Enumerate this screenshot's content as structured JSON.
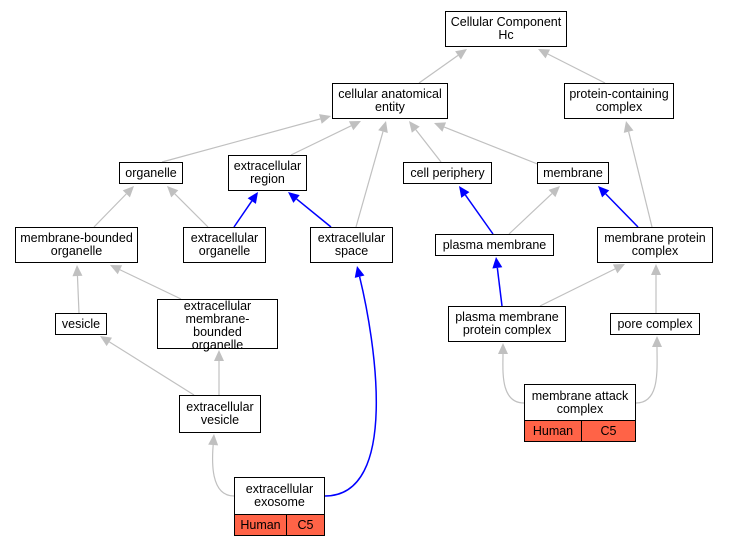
{
  "colors": {
    "edge_gray": "#c0c0c0",
    "edge_blue": "#0000ff",
    "annotation_fill": "#ff6347",
    "node_border": "#000000",
    "node_fill": "#ffffff"
  },
  "nodes": [
    {
      "id": "cc_root",
      "label": "Cellular Component\nHc"
    },
    {
      "id": "cae",
      "label": "cellular anatomical\nentity"
    },
    {
      "id": "pcc",
      "label": "protein-containing\ncomplex"
    },
    {
      "id": "organelle",
      "label": "organelle"
    },
    {
      "id": "ecr",
      "label": "extracellular\nregion"
    },
    {
      "id": "cellper",
      "label": "cell periphery"
    },
    {
      "id": "membrane",
      "label": "membrane"
    },
    {
      "id": "mbo",
      "label": "membrane-bounded\norganelle"
    },
    {
      "id": "eco",
      "label": "extracellular\norganelle"
    },
    {
      "id": "ecs",
      "label": "extracellular\nspace"
    },
    {
      "id": "pm",
      "label": "plasma membrane"
    },
    {
      "id": "mpc",
      "label": "membrane protein\ncomplex"
    },
    {
      "id": "vesicle",
      "label": "vesicle"
    },
    {
      "id": "ecmbo",
      "label": "extracellular\nmembrane-bounded\norganelle"
    },
    {
      "id": "pmpc",
      "label": "plasma membrane\nprotein complex"
    },
    {
      "id": "pore",
      "label": "pore complex"
    },
    {
      "id": "ecv",
      "label": "extracellular\nvesicle"
    },
    {
      "id": "mac",
      "label": "membrane attack\ncomplex",
      "tags": [
        "Human",
        "C5"
      ]
    },
    {
      "id": "exo",
      "label": "extracellular\nexosome",
      "tags": [
        "Human",
        "C5"
      ]
    }
  ],
  "edges": [
    {
      "from": "cae",
      "to": "cc_root",
      "style": "gray"
    },
    {
      "from": "pcc",
      "to": "cc_root",
      "style": "gray"
    },
    {
      "from": "organelle",
      "to": "cae",
      "style": "gray"
    },
    {
      "from": "ecr",
      "to": "cae",
      "style": "gray"
    },
    {
      "from": "ecs",
      "to": "cae",
      "style": "gray"
    },
    {
      "from": "cellper",
      "to": "cae",
      "style": "gray"
    },
    {
      "from": "membrane",
      "to": "cae",
      "style": "gray"
    },
    {
      "from": "mpc",
      "to": "pcc",
      "style": "gray"
    },
    {
      "from": "mbo",
      "to": "organelle",
      "style": "gray"
    },
    {
      "from": "eco",
      "to": "organelle",
      "style": "gray"
    },
    {
      "from": "eco",
      "to": "ecr",
      "style": "blue"
    },
    {
      "from": "ecs",
      "to": "ecr",
      "style": "blue"
    },
    {
      "from": "pm",
      "to": "cellper",
      "style": "blue"
    },
    {
      "from": "pm",
      "to": "membrane",
      "style": "gray"
    },
    {
      "from": "mpc",
      "to": "membrane",
      "style": "blue"
    },
    {
      "from": "vesicle",
      "to": "mbo",
      "style": "gray"
    },
    {
      "from": "ecmbo",
      "to": "mbo",
      "style": "gray"
    },
    {
      "from": "pmpc",
      "to": "pm",
      "style": "blue"
    },
    {
      "from": "pmpc",
      "to": "mpc",
      "style": "gray"
    },
    {
      "from": "pore",
      "to": "mpc",
      "style": "gray"
    },
    {
      "from": "ecv",
      "to": "vesicle",
      "style": "gray"
    },
    {
      "from": "ecv",
      "to": "ecmbo",
      "style": "gray"
    },
    {
      "from": "mac",
      "to": "pmpc",
      "style": "gray"
    },
    {
      "from": "mac",
      "to": "pore",
      "style": "gray"
    },
    {
      "from": "exo",
      "to": "ecv",
      "style": "gray"
    },
    {
      "from": "exo",
      "to": "ecs",
      "style": "blue"
    }
  ]
}
